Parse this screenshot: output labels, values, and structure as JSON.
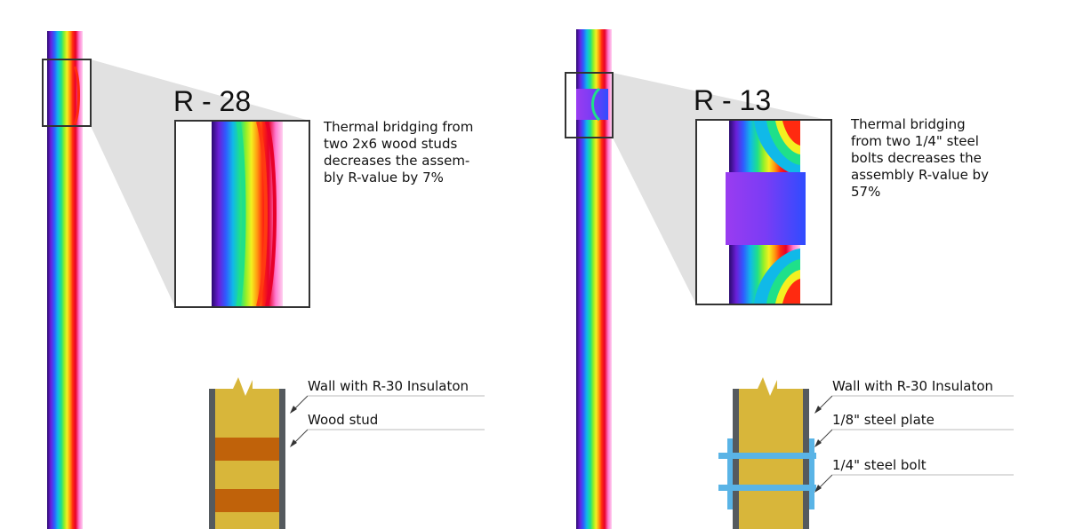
{
  "left_panel": {
    "r_value_label": "R - 28",
    "caption_lines": [
      "Thermal bridging from",
      "two 2x6 wood studs",
      "decreases the assem-",
      "bly R-value by 7%"
    ],
    "callouts": [
      "Wall with R-30  Insulaton",
      "Wood stud"
    ]
  },
  "right_panel": {
    "r_value_label": "R - 13",
    "caption_lines": [
      "Thermal bridging",
      "from two 1/4\" steel",
      "bolts decreases the",
      "assembly R-value by",
      "57%"
    ],
    "callouts": [
      "Wall with R-30  Insulaton",
      "1/8\" steel plate",
      "1/4\" steel bolt"
    ]
  },
  "colors": {
    "thermal_gradient": [
      "#2a0a6e",
      "#6a1fd8",
      "#2f5bff",
      "#10b9e8",
      "#1fe08a",
      "#8ef02a",
      "#f4f020",
      "#ff9a10",
      "#ff2a10",
      "#e8002a",
      "#ff7ad0",
      "#ffd0f0"
    ],
    "wood": "#d8b63a",
    "wood_stud": "#c0620a",
    "wall_edge": "#555a5e",
    "steel": "#5ab4e6",
    "zoom_cone": "#e1e1e1"
  }
}
